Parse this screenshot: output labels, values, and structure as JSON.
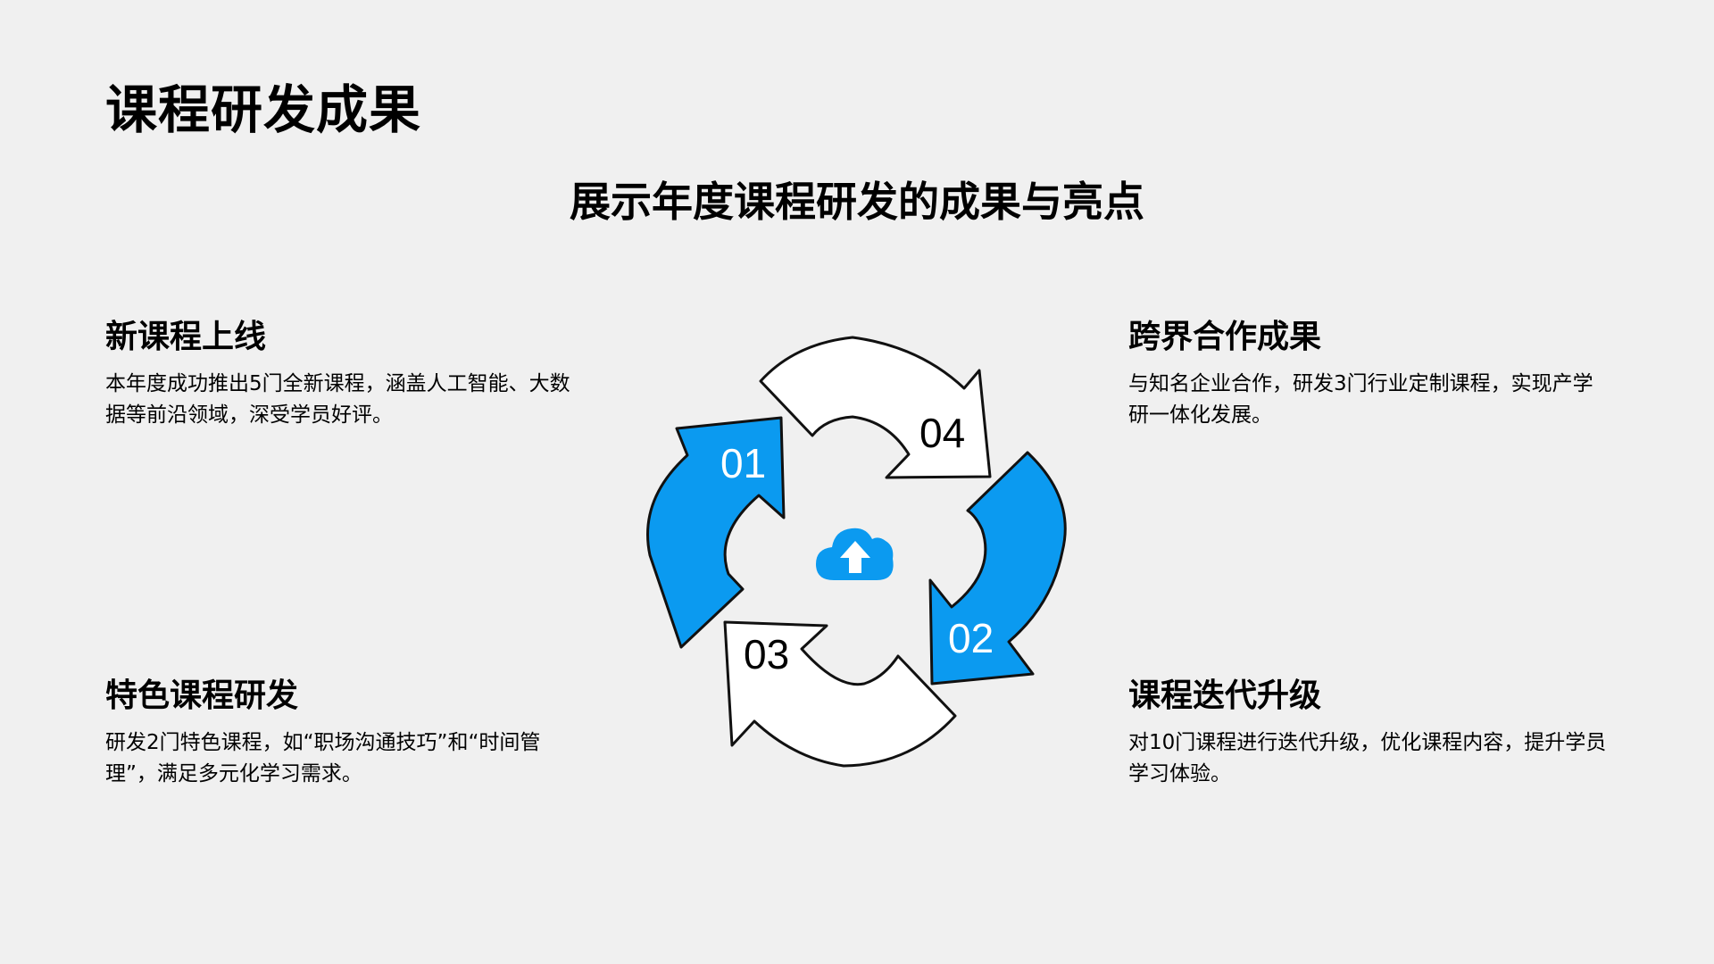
{
  "slide": {
    "title": "课程研发成果",
    "subtitle": "展示年度课程研发的成果与亮点"
  },
  "blocks": {
    "top_left": {
      "heading": "新课程上线",
      "body": "本年度成功推出5门全新课程，涵盖人工智能、大数据等前沿领域，深受学员好评。"
    },
    "bottom_left": {
      "heading": "特色课程研发",
      "body": "研发2门特色课程，如“职场沟通技巧”和“时间管理”，满足多元化学习需求。"
    },
    "top_right": {
      "heading": "跨界合作成果",
      "body": "与知名企业合作，研发3门行业定制课程，实现产学研一体化发展。"
    },
    "bottom_right": {
      "heading": "课程迭代升级",
      "body": "对10门课程进行迭代升级，优化课程内容，提升学员学习体验。"
    }
  },
  "cycle": {
    "steps": [
      {
        "label": "01"
      },
      {
        "label": "02"
      },
      {
        "label": "03"
      },
      {
        "label": "04"
      }
    ],
    "center_icon": "cloud-upload-icon"
  },
  "colors": {
    "background": "#f0f0f0",
    "accent_blue": "#0b9af0",
    "arrow_white": "#ffffff",
    "outline": "#111111",
    "text": "#000000"
  }
}
